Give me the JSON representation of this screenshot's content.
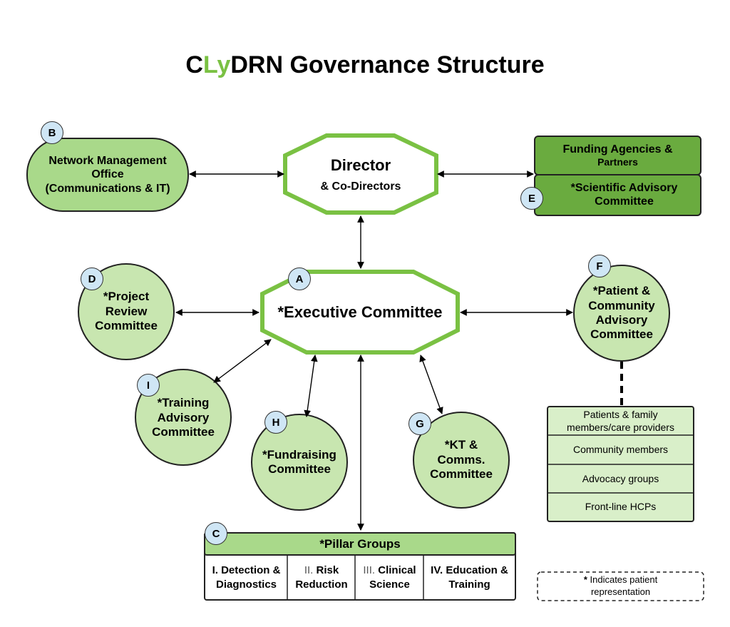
{
  "title": {
    "part_c": "C",
    "part_ly": "Ly",
    "part_rest": "DRN Governance Structure"
  },
  "colors": {
    "accent": "#7ac143",
    "node_fill": "#a9d98a",
    "node_fill_light": "#c8e6b0",
    "dark_green": "#6aab3f",
    "badge_fill": "#cfe6f5",
    "list_fill": "#d9efc9"
  },
  "director": {
    "title": "Director",
    "subtitle": "& Co-Directors"
  },
  "executive": {
    "label": "*Executive Committee",
    "badge": "A"
  },
  "network_office": {
    "badge": "B",
    "line1": "Network Management",
    "line2": "Office",
    "line3": "(Communications & IT)"
  },
  "funding": {
    "line1": "Funding Agencies &",
    "line2": "Partners"
  },
  "scientific": {
    "badge": "E",
    "line1": "*Scientific Advisory",
    "line2": "Committee"
  },
  "project_review": {
    "badge": "D",
    "line1": "*Project",
    "line2": "Review",
    "line3": "Committee"
  },
  "patient_committee": {
    "badge": "F",
    "line1": "*Patient &",
    "line2": "Community",
    "line3": "Advisory",
    "line4": "Committee"
  },
  "training": {
    "badge": "I",
    "line1": "*Training",
    "line2": "Advisory",
    "line3": "Committee"
  },
  "fundraising": {
    "badge": "H",
    "line1": "*Fundraising",
    "line2": "Committee"
  },
  "kt_comms": {
    "badge": "G",
    "line1": "*KT &",
    "line2": "Comms.",
    "line3": "Committee"
  },
  "patient_list": [
    {
      "line1": "Patients & family",
      "line2": "members/care providers"
    },
    {
      "line1": "Community members"
    },
    {
      "line1": "Advocacy groups"
    },
    {
      "line1": "Front-line HCPs"
    }
  ],
  "pillars": {
    "badge": "C",
    "header": "*Pillar Groups",
    "items": [
      {
        "numeral": "I.",
        "line1": "Detection &",
        "line2": "Diagnostics"
      },
      {
        "numeral": "II.",
        "line1": "Risk",
        "line2": "Reduction"
      },
      {
        "numeral": "III.",
        "line1": "Clinical",
        "line2": "Science"
      },
      {
        "numeral": "IV.",
        "line1": "Education &",
        "line2": "Training"
      }
    ]
  },
  "legend": {
    "star": "*",
    "line1": "Indicates patient",
    "line2": "representation"
  }
}
